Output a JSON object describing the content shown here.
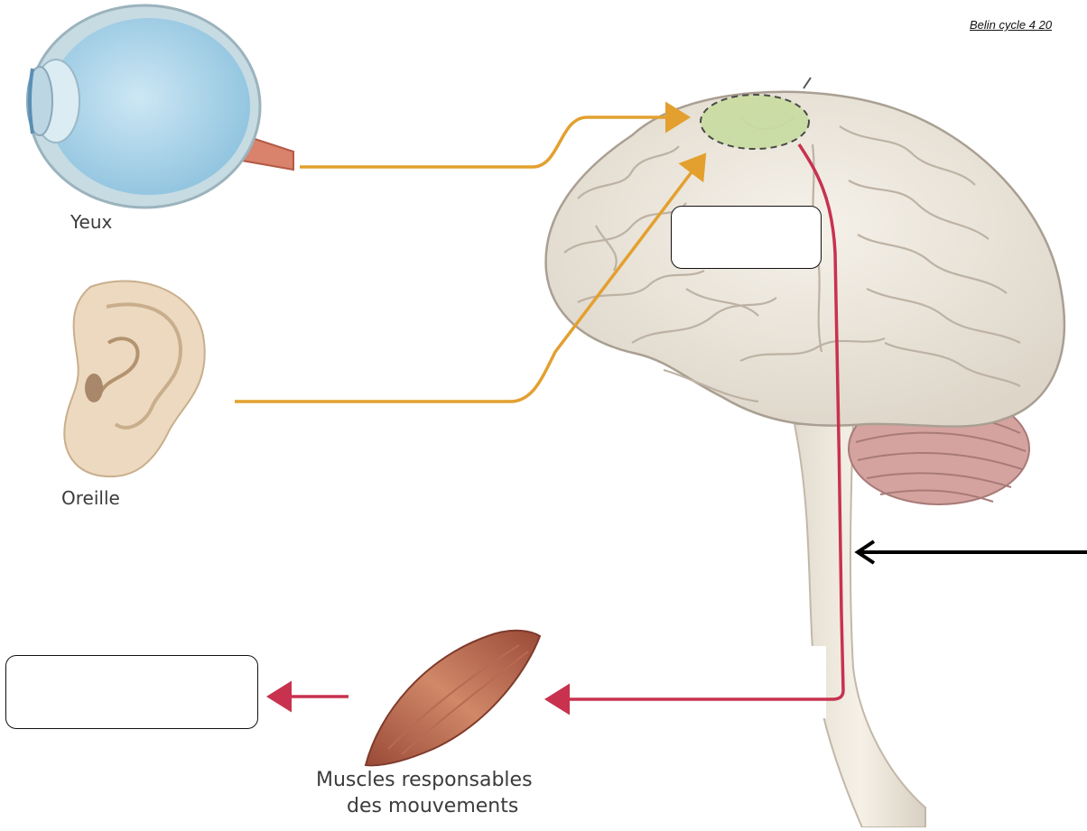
{
  "credit": "Belin cycle 4  20",
  "labels": {
    "eye": "Yeux",
    "ear": "Oreille",
    "muscle_line1": "Muscles responsables",
    "muscle_line2": "des mouvements"
  },
  "blank_boxes": {
    "brain_box": "",
    "action_box": ""
  },
  "colors": {
    "sensory_path": "#e3a02f",
    "motor_path": "#c8324f",
    "pointer_arrow": "#000000",
    "brain_area": "#c8dca0"
  }
}
